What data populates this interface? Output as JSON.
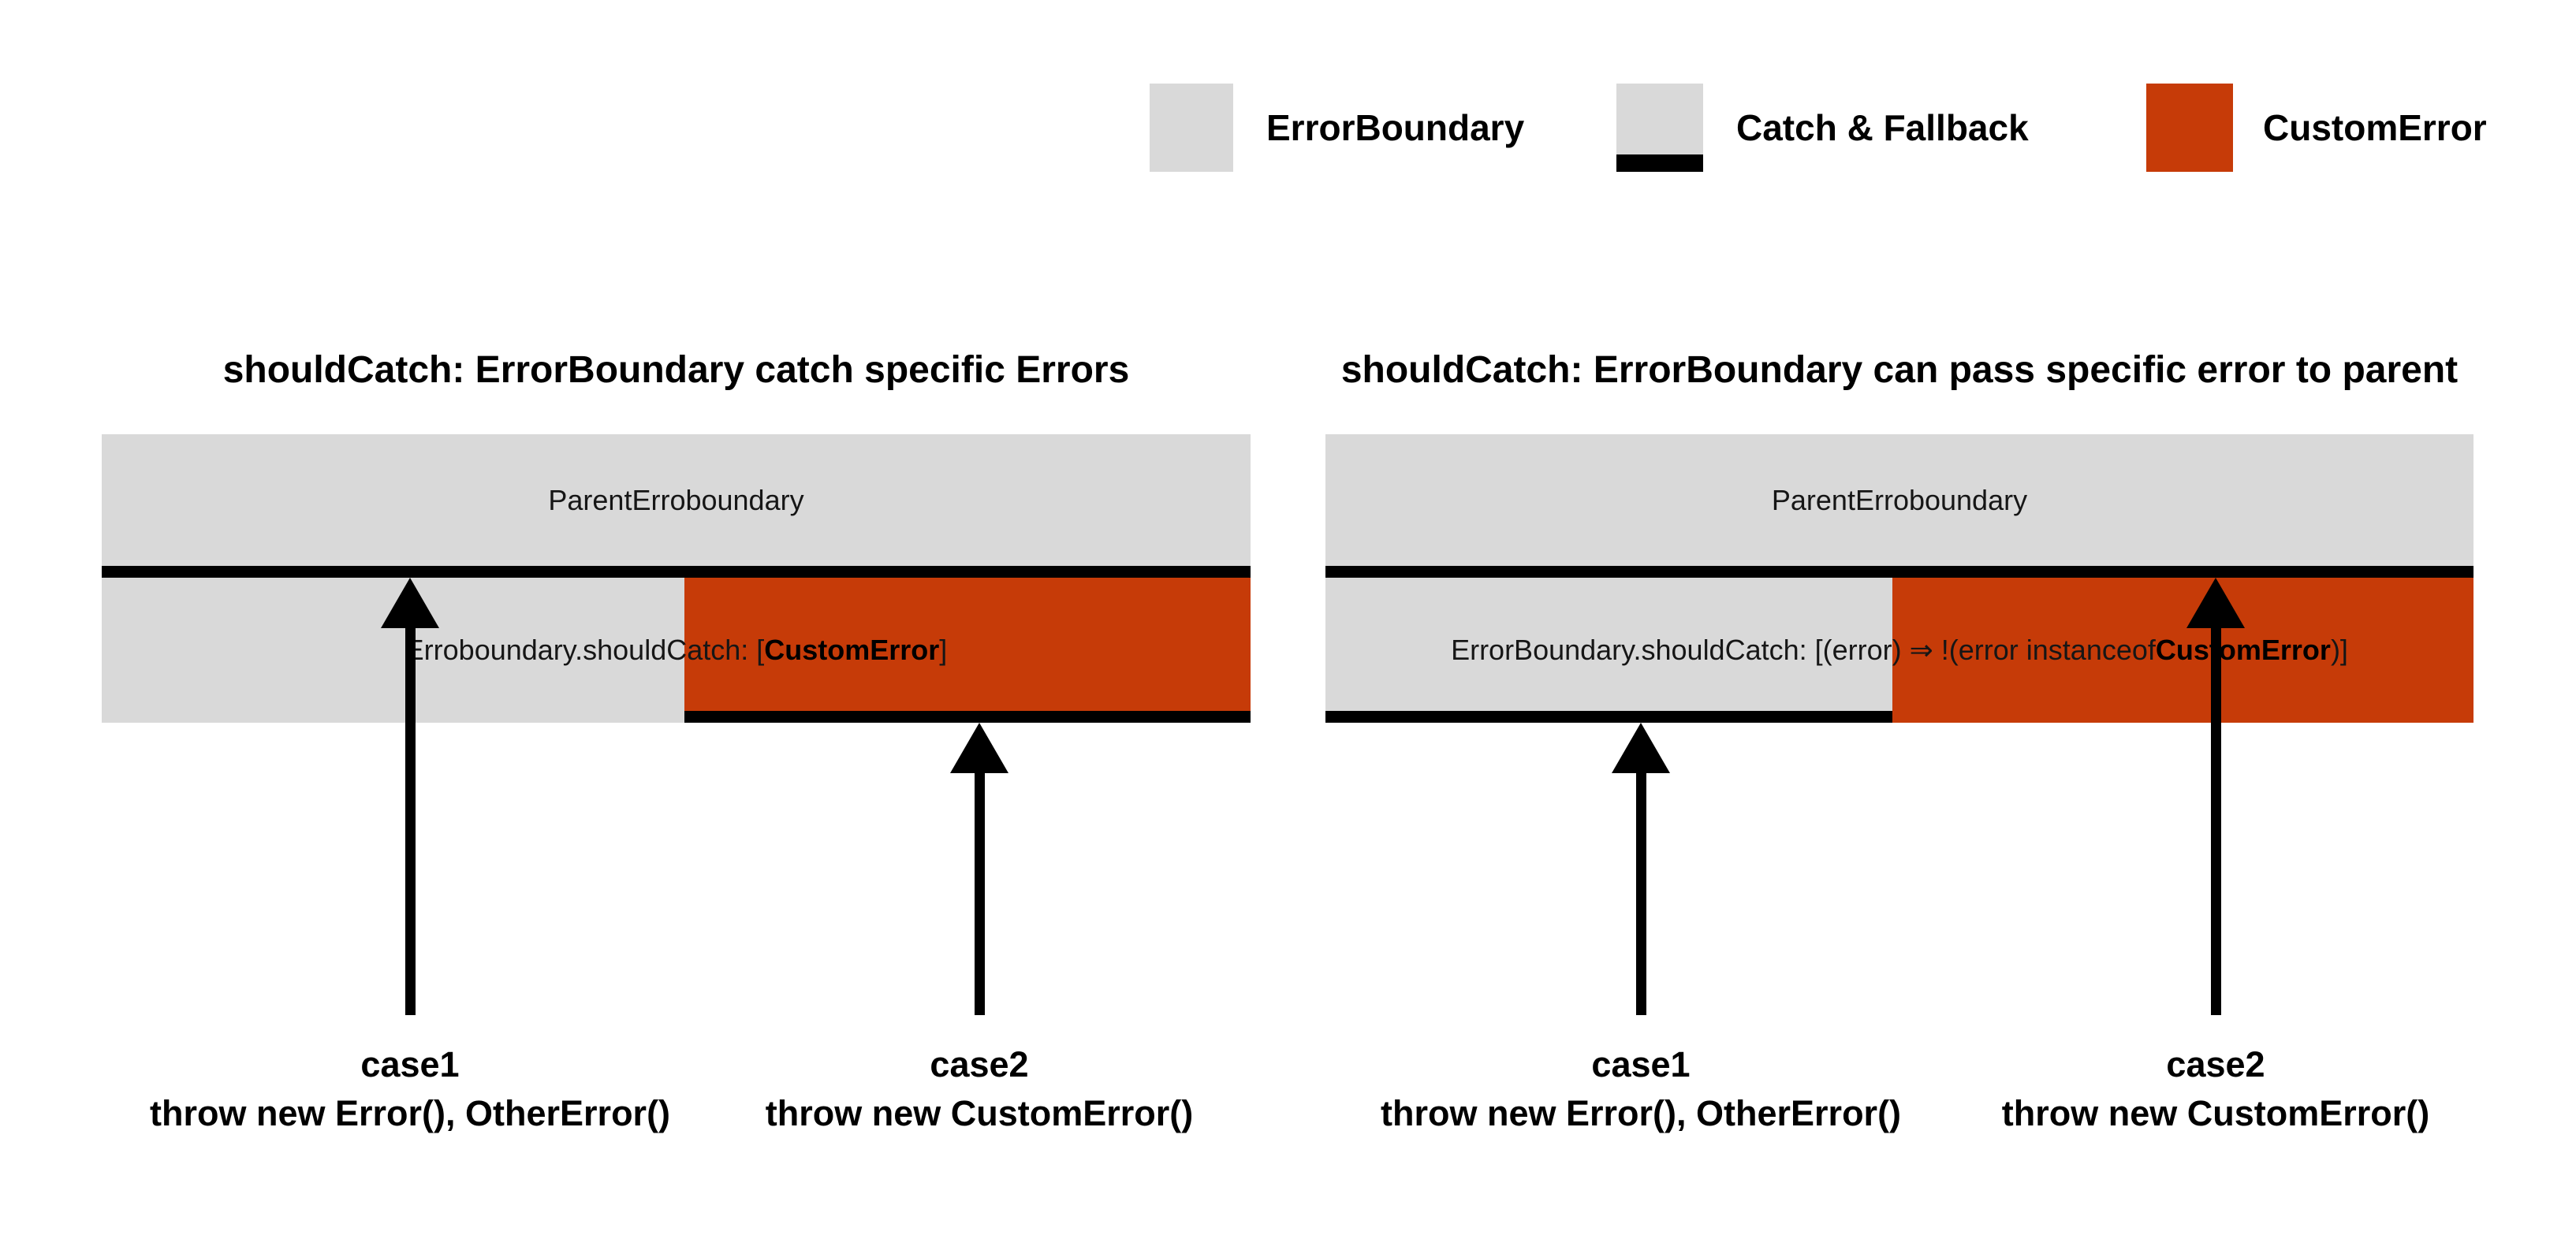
{
  "colors": {
    "gray": "#d9d9d9",
    "orange": "#c63b08",
    "ink": "#000000"
  },
  "legend": {
    "items": [
      {
        "label": "ErrorBoundary",
        "swatch": "gray-square"
      },
      {
        "label": "Catch & Fallback",
        "swatch": "gray-square-black-bottom"
      },
      {
        "label": "CustomError",
        "swatch": "orange-square"
      }
    ]
  },
  "diagrams": [
    {
      "title": "shouldCatch: ErrorBoundary catch specific Errors",
      "parent_label": "ParentErroboundary",
      "expression": {
        "before": "Erroboundary.shouldCatch: [",
        "bold": "CustomError",
        "after": "]"
      },
      "cases": [
        {
          "name": "case1",
          "code": "throw new Error(), OtherError()"
        },
        {
          "name": "case2",
          "code": "throw new CustomError()"
        }
      ]
    },
    {
      "title": "shouldCatch: ErrorBoundary can pass specific error to parent",
      "parent_label": "ParentErroboundary",
      "expression": {
        "before": "ErrorBoundary.shouldCatch: [(error) ⇒ !(error instanceof ",
        "bold": "CustomError",
        "after": ")]"
      },
      "cases": [
        {
          "name": "case1",
          "code": "throw new Error(), OtherError()"
        },
        {
          "name": "case2",
          "code": "throw new CustomError()"
        }
      ]
    }
  ]
}
